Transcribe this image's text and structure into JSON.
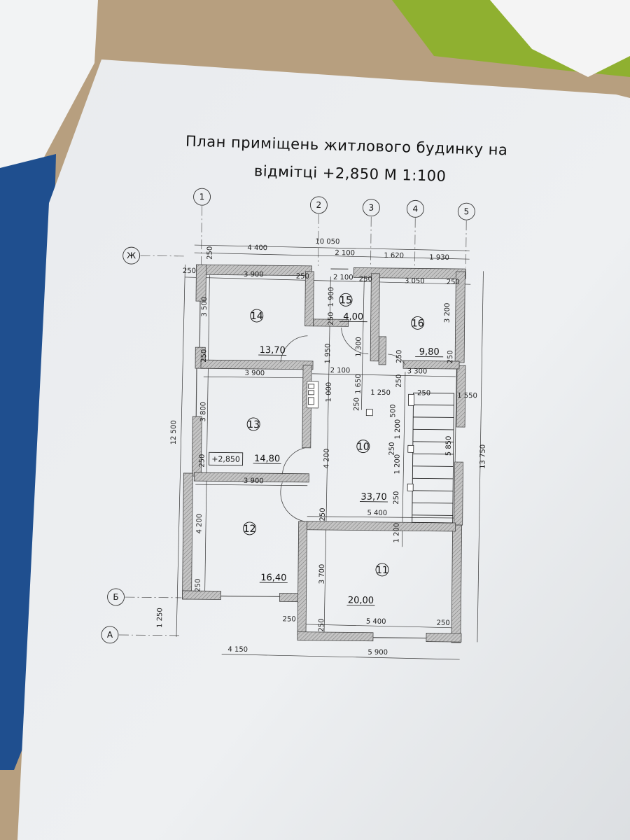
{
  "title": {
    "line1": "План приміщень житлового будинку на",
    "line2": "відмітці +2,850   М 1:100"
  },
  "axes": {
    "vertical": [
      "1",
      "2",
      "3",
      "4",
      "5"
    ],
    "horizontal": [
      "Ж",
      "Б",
      "А"
    ]
  },
  "rooms": [
    {
      "number": "14",
      "area": "13,70"
    },
    {
      "number": "15",
      "area": "4,00"
    },
    {
      "number": "16",
      "area": "9,80"
    },
    {
      "number": "13",
      "area": "14,80"
    },
    {
      "number": "10",
      "area": "33,70"
    },
    {
      "number": "12",
      "area": "16,40"
    },
    {
      "number": "11",
      "area": "20,00"
    }
  ],
  "level_mark": "+2,850",
  "dimensions": [
    "10 050",
    "4 400",
    "2 100",
    "1 620",
    "1 930",
    "250",
    "250",
    "3 900",
    "250",
    "2 100",
    "250",
    "3 050",
    "250",
    "3 500",
    "1 900",
    "250",
    "3 200",
    "1 950",
    "1 300",
    "250",
    "250",
    "250",
    "2 100",
    "3 300",
    "3 900",
    "1 650",
    "250",
    "1 000",
    "1 250",
    "250",
    "1 550",
    "250",
    "500",
    "3 800",
    "1 200",
    "12 500",
    "13 750",
    "4 200",
    "250",
    "5 850",
    "1 200",
    "250",
    "3 900",
    "250",
    "5 400",
    "250",
    "1 200",
    "4 200",
    "250",
    "3 700",
    "250",
    "250",
    "5 400",
    "250",
    "1 250",
    "4 150",
    "5 900"
  ],
  "colors": {
    "wall": "#9d9d9d",
    "paper": "#eceef0",
    "folder": "#1f4f8f",
    "cardboard": "#b9a07e"
  }
}
